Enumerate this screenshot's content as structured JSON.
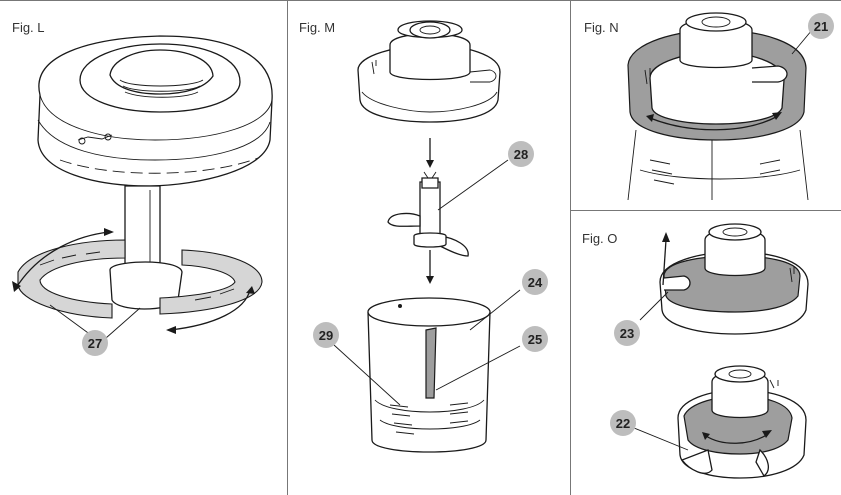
{
  "figures": [
    {
      "label": "Fig. L",
      "callouts": [
        "27"
      ]
    },
    {
      "label": "Fig. M",
      "callouts": [
        "28",
        "24",
        "29",
        "25"
      ]
    },
    {
      "label": "Fig. N",
      "callouts": [
        "21"
      ]
    },
    {
      "label": "Fig. O",
      "callouts": [
        "23",
        "22"
      ]
    }
  ],
  "colors": {
    "line": "#1a1a1a",
    "callout_fill": "#bdbdbd",
    "part_highlight": "#9e9e9e"
  }
}
